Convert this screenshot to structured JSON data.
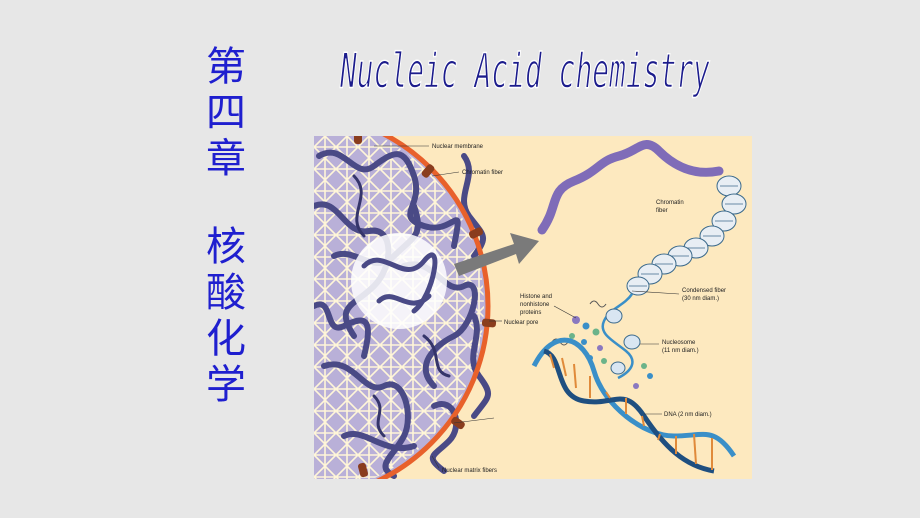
{
  "slide": {
    "chinese_title_chars": [
      "第",
      "四",
      "章",
      "核",
      "酸",
      "化",
      "学"
    ],
    "english_title": "Nucleic Acid chemistry",
    "title_color": "#1f1fcf"
  },
  "diagram": {
    "labels": {
      "nuclear_membrane": "Nuclear membrane",
      "chromatin_fiber_left": "Chromatin fiber",
      "nuclear_pore": "Nuclear pore",
      "nuclear_matrix_fibers": "Nuclear matrix fibers",
      "chromatin_fiber_right_1": "Chromatin",
      "chromatin_fiber_right_2": "fiber",
      "histone_1": "Histone and",
      "histone_2": "nonhistone",
      "histone_3": "proteins",
      "condensed_1": "Condensed fiber",
      "condensed_2": "(30 nm diam.)",
      "nucleosome_1": "Nucleosome",
      "nucleosome_2": "(11 nm diam.)",
      "dna": "DNA (2 nm diam.)"
    },
    "colors": {
      "background": "#fde9bf",
      "membrane": "#e8612b",
      "chromatin": "#4a4a86",
      "fiber": "#8a78c0",
      "dna_blue": "#3a8fc8",
      "dna_orange": "#e08a3a"
    }
  }
}
